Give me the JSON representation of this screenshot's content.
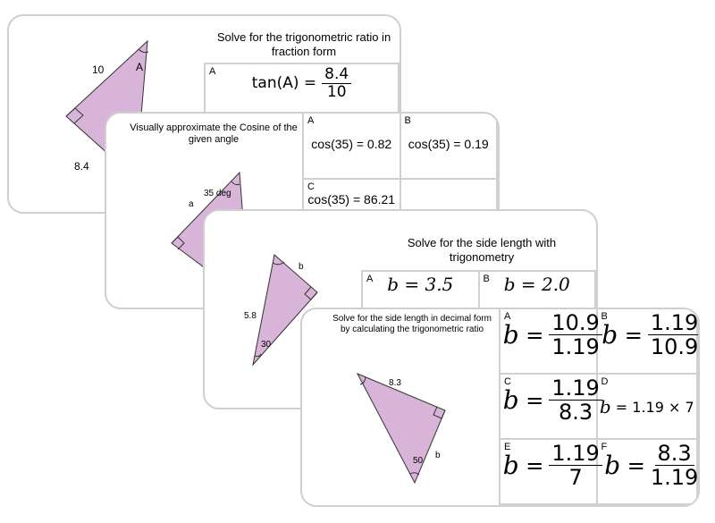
{
  "colors": {
    "triangle_fill": "#d8b4d9",
    "triangle_stroke": "#333333",
    "card_border": "#cfcfcf",
    "grid": "#d0d0d0"
  },
  "card1": {
    "title": "Solve for the trigonometric ratio in fraction form",
    "labels": {
      "hyp": "10",
      "angle": "A",
      "leg": "8.4"
    },
    "answers": [
      {
        "letter": "A",
        "lhs": "tan(A) =",
        "num": "8.4",
        "den": "10"
      }
    ]
  },
  "card2": {
    "title": "Visually approximate the Cosine of the given angle",
    "labels": {
      "angle": "35 deg",
      "side": "a"
    },
    "answers": [
      {
        "letter": "A",
        "expr": "cos(35) = 0.82"
      },
      {
        "letter": "B",
        "expr": "cos(35) = 0.19"
      },
      {
        "letter": "C",
        "expr": "cos(35) = 86.21"
      }
    ]
  },
  "card3": {
    "title": "Solve for the side length with trigonometry",
    "labels": {
      "side": "b",
      "hyp": "5.8",
      "angle": "30"
    },
    "answers": [
      {
        "letter": "A",
        "expr": "b = 3.5"
      },
      {
        "letter": "B",
        "expr": "b = 2.0"
      }
    ]
  },
  "card4": {
    "title": "Solve for the side length in decimal form by calculating the trigonometric ratio",
    "labels": {
      "hyp": "8.3",
      "angle": "50",
      "side": "b"
    },
    "answers": [
      {
        "letter": "A",
        "num": "10.9",
        "den": "1.19"
      },
      {
        "letter": "B",
        "num": "1.19",
        "den": "10.9"
      },
      {
        "letter": "C",
        "num": "1.19",
        "den": "8.3"
      },
      {
        "letter": "D",
        "expr": "= 1.19 × 7"
      },
      {
        "letter": "E",
        "num": "1.19",
        "den": "7"
      },
      {
        "letter": "F",
        "num": "8.3",
        "den": "1.19"
      }
    ],
    "var": "b",
    "eq": "="
  }
}
